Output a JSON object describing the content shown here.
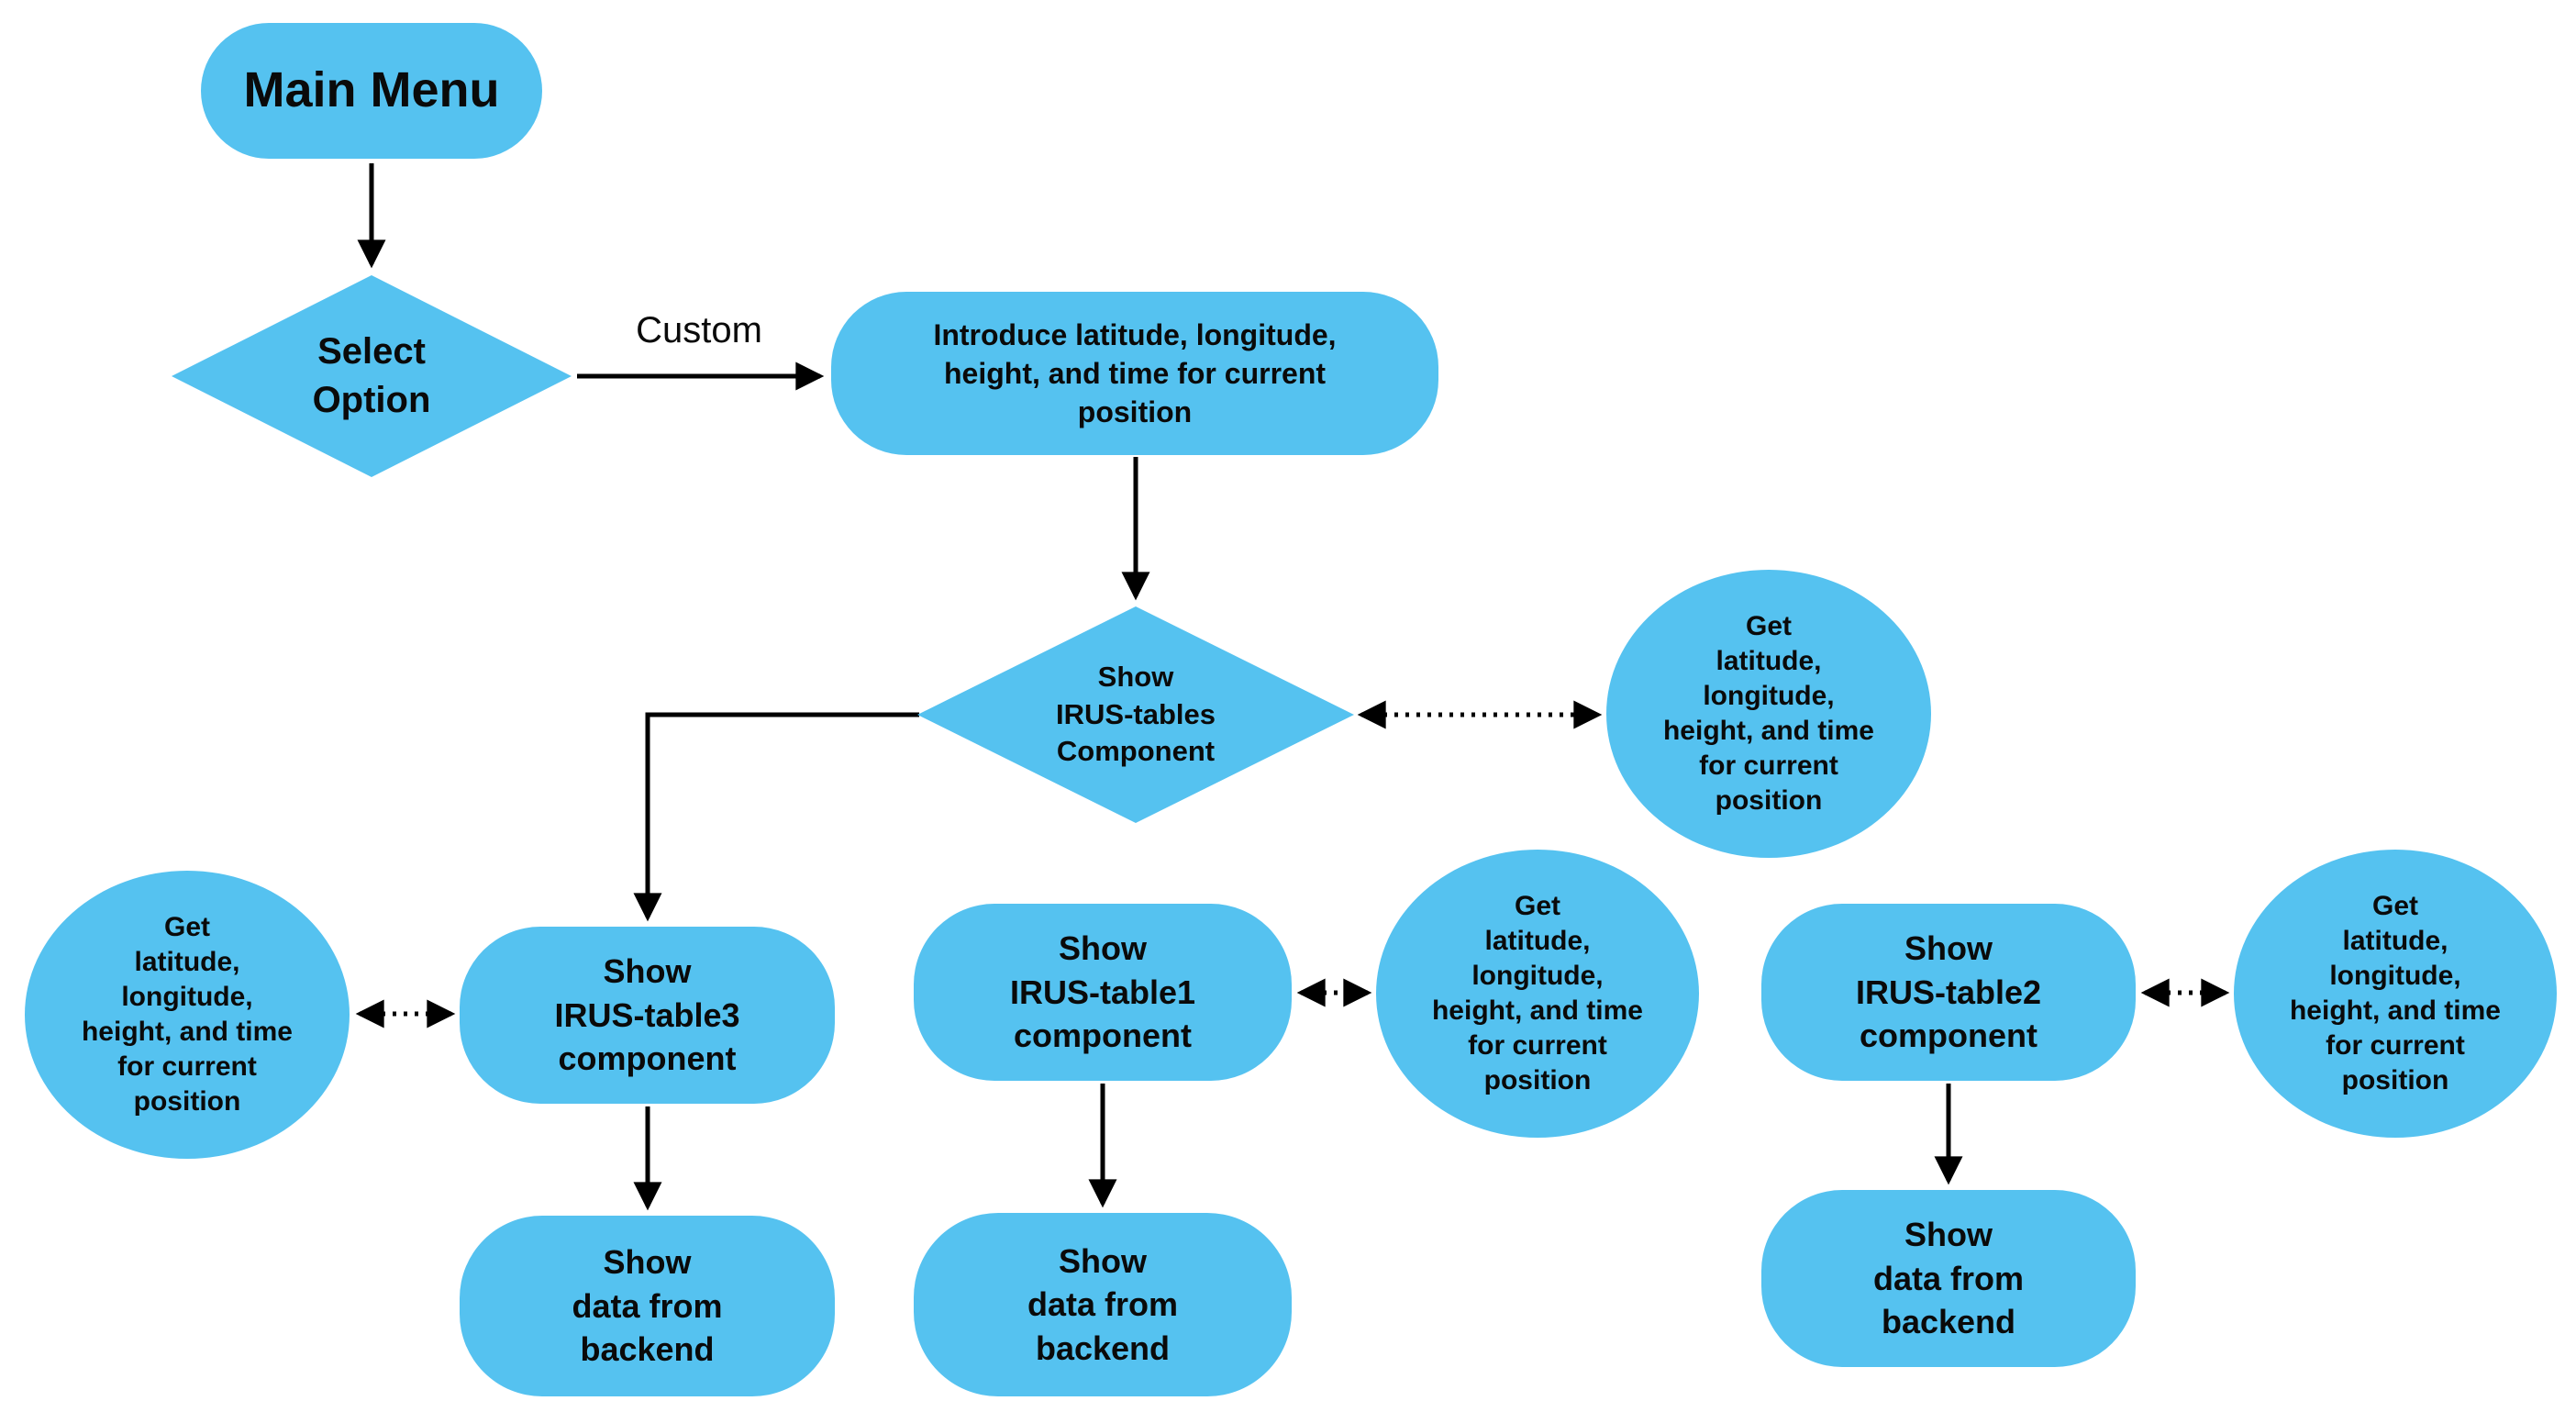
{
  "diagram": {
    "type": "flowchart",
    "colors": {
      "shape_fill": "#55C2F0",
      "text": "#0a0a0a",
      "line": "#000000",
      "background": "#ffffff"
    }
  },
  "nodes": {
    "main_menu": {
      "shape": "rounded-rect",
      "label": "Main Menu"
    },
    "select_option": {
      "shape": "diamond",
      "label": "Select\nOption"
    },
    "introduce_position": {
      "shape": "rounded-rect",
      "label": "Introduce latitude, longitude,\nheight, and time for current\nposition"
    },
    "show_irus_tables": {
      "shape": "diamond",
      "label": "Show\nIRUS-tables\nComponent"
    },
    "get_position_top_right": {
      "shape": "ellipse",
      "label": "Get\nlatitude,\nlongitude,\nheight, and time\nfor current\nposition"
    },
    "get_position_left": {
      "shape": "ellipse",
      "label": "Get\nlatitude,\nlongitude,\nheight, and time\nfor current\nposition"
    },
    "show_irus_table3": {
      "shape": "rounded-rect",
      "label": "Show\nIRUS-table3\ncomponent"
    },
    "show_irus_table1": {
      "shape": "rounded-rect",
      "label": "Show\nIRUS-table1\ncomponent"
    },
    "get_position_middle": {
      "shape": "ellipse",
      "label": "Get\nlatitude,\nlongitude,\nheight, and time\nfor current\nposition"
    },
    "show_irus_table2": {
      "shape": "rounded-rect",
      "label": "Show\nIRUS-table2\ncomponent"
    },
    "get_position_right": {
      "shape": "ellipse",
      "label": "Get\nlatitude,\nlongitude,\nheight, and time\nfor current\nposition"
    },
    "show_data_backend_left": {
      "shape": "rounded-rect",
      "label": "Show\ndata from\nbackend"
    },
    "show_data_backend_middle": {
      "shape": "rounded-rect",
      "label": "Show\ndata from\nbackend"
    },
    "show_data_backend_right": {
      "shape": "rounded-rect",
      "label": "Show\ndata from\nbackend"
    }
  },
  "edges": [
    {
      "from": "main_menu",
      "to": "select_option",
      "style": "solid-arrow",
      "label": ""
    },
    {
      "from": "select_option",
      "to": "introduce_position",
      "style": "solid-arrow",
      "label": "Custom"
    },
    {
      "from": "introduce_position",
      "to": "show_irus_tables",
      "style": "solid-arrow",
      "label": ""
    },
    {
      "from": "show_irus_tables",
      "to": "show_irus_table3",
      "style": "solid-arrow",
      "label": ""
    },
    {
      "from": "show_irus_table3",
      "to": "show_data_backend_left",
      "style": "solid-arrow",
      "label": ""
    },
    {
      "from": "show_irus_table1",
      "to": "show_data_backend_middle",
      "style": "solid-arrow",
      "label": ""
    },
    {
      "from": "show_irus_table2",
      "to": "show_data_backend_right",
      "style": "solid-arrow",
      "label": ""
    },
    {
      "from": "show_irus_tables",
      "to": "get_position_top_right",
      "style": "dotted-double-arrow",
      "label": ""
    },
    {
      "from": "get_position_left",
      "to": "show_irus_table3",
      "style": "dotted-double-arrow",
      "label": ""
    },
    {
      "from": "show_irus_table1",
      "to": "get_position_middle",
      "style": "dotted-double-arrow",
      "label": ""
    },
    {
      "from": "show_irus_table2",
      "to": "get_position_right",
      "style": "dotted-double-arrow",
      "label": ""
    }
  ]
}
